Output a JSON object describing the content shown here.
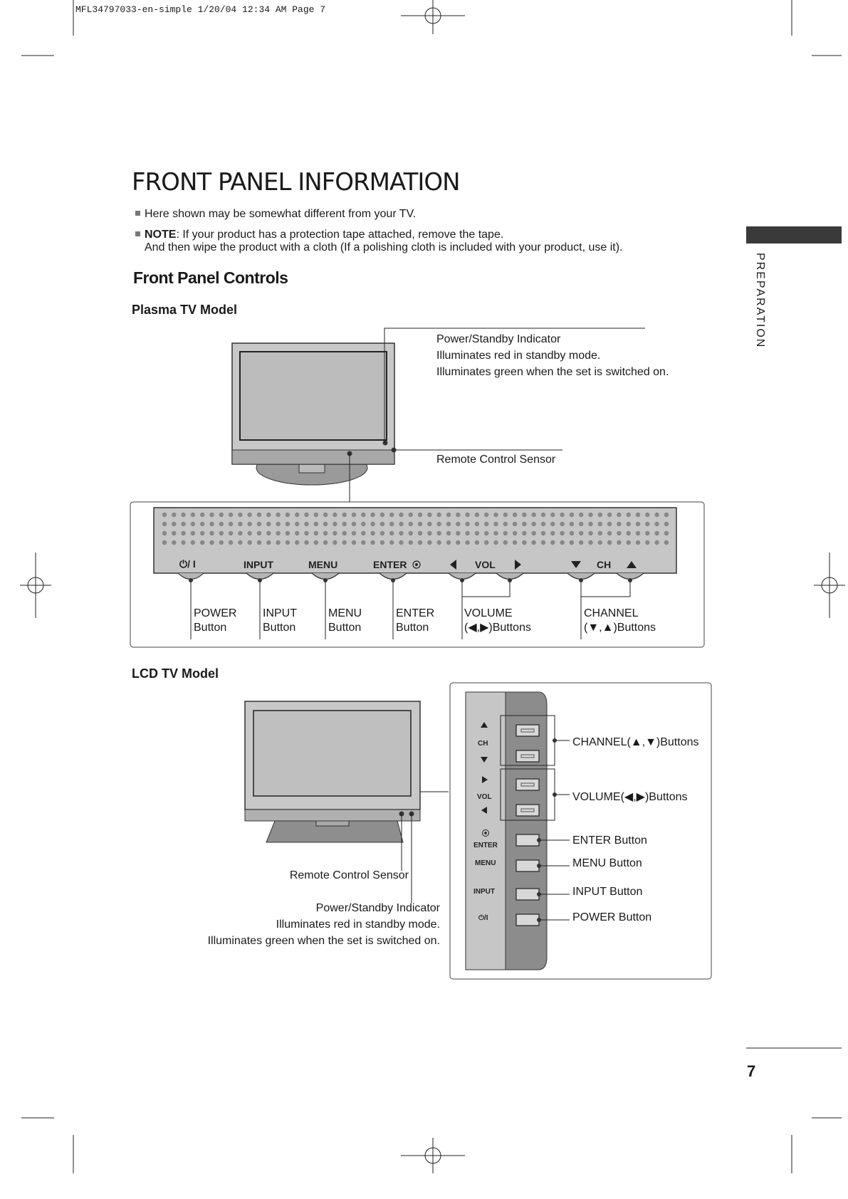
{
  "print_header": "MFL34797033-en-simple  1/20/04 12:34 AM  Page 7",
  "page": {
    "title": "FRONT PANEL INFORMATION",
    "number": "7",
    "side_tab": "PREPARATION"
  },
  "notes": {
    "note1": "Here shown may be somewhat different from your TV.",
    "note2_bold": "NOTE",
    "note2_text": ": If your product has a protection tape attached, remove the tape.",
    "note2_line2": "And then wipe the product with a cloth (If a polishing cloth is included with your product, use it)."
  },
  "section_title": "Front Panel Controls",
  "plasma": {
    "title": "Plasma TV Model",
    "indicator_title": "Power/Standby Indicator",
    "indicator_line1": "Illuminates red in standby mode.",
    "indicator_line2": "Illuminates green when the set is switched on.",
    "sensor": "Remote Control Sensor",
    "panel_labels": {
      "power_symbol": "⏻/ I",
      "input": "INPUT",
      "menu": "MENU",
      "enter": "ENTER",
      "vol": "VOL",
      "ch": "CH"
    },
    "callouts": {
      "power_1": "POWER",
      "power_2": "Button",
      "input_1": "INPUT",
      "input_2": "Button",
      "menu_1": "MENU",
      "menu_2": "Button",
      "enter_1": "ENTER",
      "enter_2": "Button",
      "volume_1": "VOLUME",
      "volume_2": "(◀,▶)Buttons",
      "channel_1": "CHANNEL",
      "channel_2": "(▼,▲)Buttons"
    }
  },
  "lcd": {
    "title": "LCD TV Model",
    "sensor": "Remote Control Sensor",
    "indicator_title": "Power/Standby Indicator",
    "indicator_line1": "Illuminates red in standby mode.",
    "indicator_line2": "Illuminates green when the set is switched on.",
    "panel_labels": {
      "ch": "CH",
      "vol": "VOL",
      "enter": "ENTER",
      "menu": "MENU",
      "input": "INPUT",
      "power_symbol": "⏻/I"
    },
    "callouts": {
      "channel": "CHANNEL(▲,▼)Buttons",
      "volume": "VOLUME(◀,▶)Buttons",
      "enter": "ENTER Button",
      "menu": "MENU Button",
      "input": "INPUT Button",
      "power": "POWER Button"
    }
  }
}
